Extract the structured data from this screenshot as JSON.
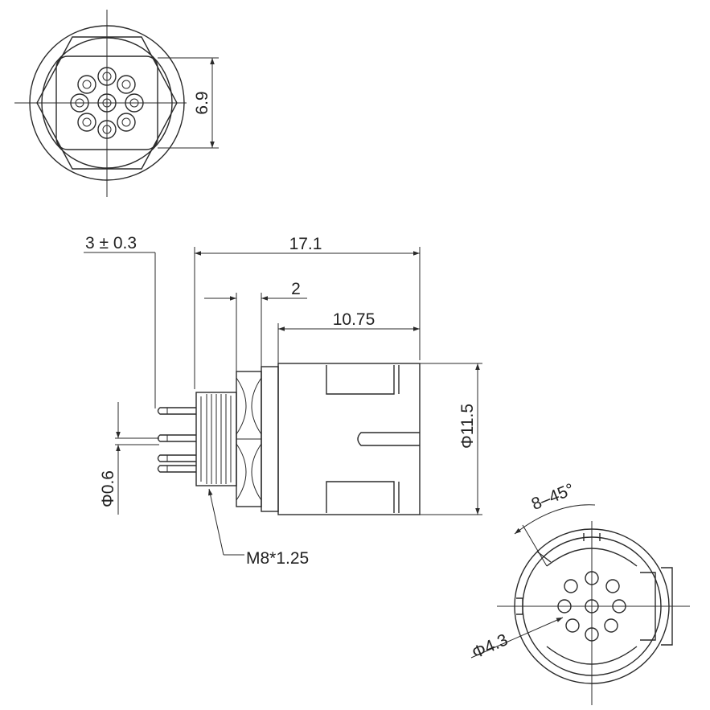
{
  "dimensions": {
    "width_6_9": "6.9",
    "tol_3": "3 ± 0.3",
    "len_17_1": "17.1",
    "len_2": "2",
    "len_10_75": "10.75",
    "dia_11_5": "Φ11.5",
    "dia_0_6": "Φ0.6",
    "thread": "M8*1.25",
    "angle": "8–45°",
    "dia_4_3": "Φ4.3"
  },
  "colors": {
    "line": "#2a2a2a",
    "background": "#ffffff"
  }
}
